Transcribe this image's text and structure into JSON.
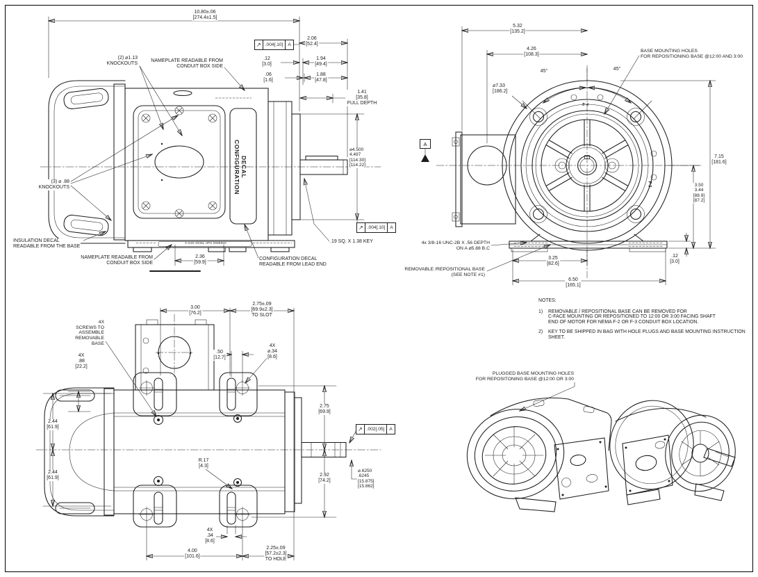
{
  "sheet": {
    "background": "#ffffff",
    "line_color": "#1c1c1c"
  },
  "side_view": {
    "dims": {
      "overall": "10.80±.06\n[274.4±1.5]",
      "d206": "2.06\n[52.4]",
      "d012": ".12\n[3.0]",
      "d194": "1.94\n[49.4]",
      "d006": ".06\n[1.6]",
      "d188": "1.88\n[47.8]",
      "d141": "1.41\n[35.8]\nFULL DEPTH",
      "d236": "2.36\n[59.9]",
      "shaft_dia": "⌀4.500\n  4.497\n[114.30]\n[114.22]",
      "key": ".19 SQ. X 1.38 KEY"
    },
    "gdt_top": {
      "sym": "↗",
      "tol": ".004[.10]",
      "datum": "A"
    },
    "gdt_shaft": {
      "sym": "↗",
      "tol": ".004[.10]",
      "datum": "A"
    },
    "labels": {
      "knockouts_2": "(2) ⌀1.13\nKNOCKOUTS",
      "nameplate_top": "NAMEPLATE READABLE FROM\nCONDUIT BOX SIDE",
      "knockouts_3": "(3) ⌀ .88\nKNOCKOUTS",
      "insulation_decal": "INSULATION DECAL\nREADABLE FROM THE BASE",
      "nameplate_bottom": "NAMEPLATE READABLE FROM\nCONDUIT BOX SIDE",
      "config_decal_readable": "CONFIGURATION DECAL\nREADABLE FROM LEAD END",
      "decal_text": "CONFIGURATION\nDECAL",
      "nameplate_strip": "X-545-3036L-3P6  0688860"
    }
  },
  "front_view": {
    "dims": {
      "d532": "5.32\n[135.2]",
      "d426": "4.26\n[108.3]",
      "dia733": "⌀7.33\n[186.2]",
      "angle_left": "45°",
      "angle_right": "45°",
      "d715": "7.15\n[181.6]",
      "d350": "3.50\n3.44\n[88.9]\n[87.2]",
      "d012": ".12\n[3.0]",
      "d325": "3.25\n[82.6]",
      "d650": "6.50\n[165.1]"
    },
    "labels": {
      "base_mounting_holes": "BASE MOUNTING HOLES\nFOR REPOSITIONING BASE @12:00 AND 3:00",
      "tapped_holes": "4x 3/8-16 UNC-2B X .56 DEPTH\nON A ⌀5.88 B.C",
      "removable_base": "REMOVABLE /REPOSITIONAL BASE\n(SEE NOTE #1)",
      "f2": "F-2",
      "f3": "F-3",
      "datum": "A"
    }
  },
  "bottom_view": {
    "dims": {
      "d300": "3.00\n[76.2]",
      "d275_slot": "2.75±.09\n[69.9±2.3]\nTO SLOT",
      "d488": "4X\n.88\n[22.2]",
      "d050": ".50\n[12.7]",
      "dia434": "4X\n⌀.34\n[8.6]",
      "d244_top": "2.44\n[61.9]",
      "d244_bot": "2.44\n[61.9]",
      "d275": "2.75\n[69.9]",
      "d292": "2.92\n[74.2]",
      "shaft_dia": "⌀.6250\n  .6245\n[15.875]\n[15.862]",
      "r17": "R.17\n[4.3]",
      "d434": "4X\n.34\n[8.6]",
      "d400": "4.00\n[101.6]",
      "d225_hole": "2.25±.09\n[57.2±2.3]\nTO HOLE"
    },
    "gdt_shaft": {
      "sym": "↗",
      "tol": ".002[.05]",
      "datum": "A"
    },
    "labels": {
      "base_screws": "4X\nSCREWS TO\nASSEMBLE\nREMOVABLE\nBASE"
    }
  },
  "iso_views": {
    "labels": {
      "plugged_holes": "PLUGGED BASE MOUNTING HOLES\nFOR REPOSITONING BASE @12:00 OR 3:00"
    }
  },
  "notes": {
    "title": "NOTES:",
    "items": [
      {
        "num": "1)",
        "text": "REMOVABLE / REPOSITIONAL BASE CAN BE REMOVED FOR\nC-FACE MOUNTING OR REPOSITIONED TO 12:00 OR 3:00 FACING SHAFT\nEND OF MOTOR FOR NEMA F-2 OR F-3 CONDUIT BOX LOCATION."
      },
      {
        "num": "2)",
        "text": "KEY TO BE SHIPPED IN BAG WITH HOLE PLUGS AND BASE MOUNTING INSTRUCTION SHEET."
      }
    ]
  }
}
